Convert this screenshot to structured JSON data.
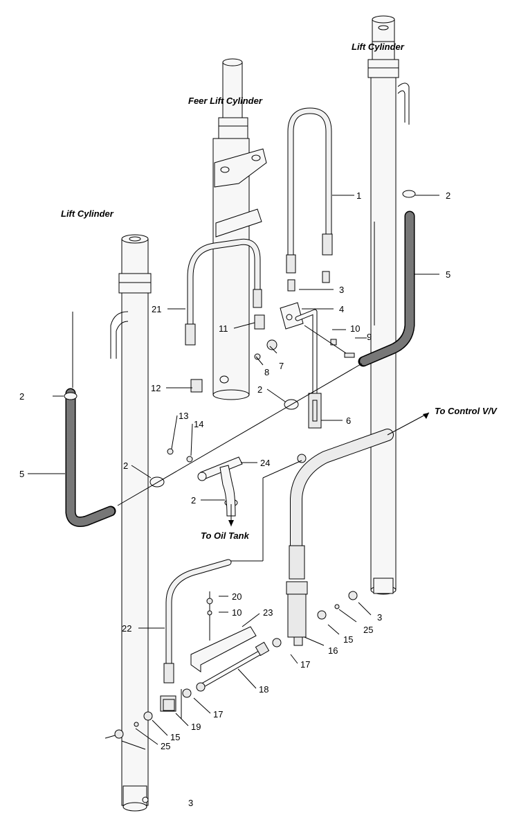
{
  "titles": {
    "lift_cylinder_right": "Lift Cylinder",
    "feer_lift_cylinder": "Feer Lift Cylinder",
    "lift_cylinder_left": "Lift Cylinder",
    "to_control_vv": "To Control V/V",
    "to_oil_tank": "To Oil Tank"
  },
  "page_number": "3",
  "part_labels": {
    "p1": "1",
    "p2_top": "2",
    "p5_right": "5",
    "p3_top": "3",
    "p4": "4",
    "p21": "21",
    "p11": "11",
    "p10_upper": "10",
    "p9": "9",
    "p7": "7",
    "p8": "8",
    "p12": "12",
    "p2_left": "2",
    "p2_mid": "2",
    "p13": "13",
    "p14": "14",
    "p6": "6",
    "p5_left": "5",
    "p2_pipe": "2",
    "p24": "24",
    "p2_bottom": "2",
    "p20": "20",
    "p10_lower": "10",
    "p3_lower": "3",
    "p22": "22",
    "p23": "23",
    "p25_right": "25",
    "p15_right": "15",
    "p16": "16",
    "p17_right": "17",
    "p18": "18",
    "p17_left": "17",
    "p19": "19",
    "p15_left": "15",
    "p25_left": "25"
  }
}
